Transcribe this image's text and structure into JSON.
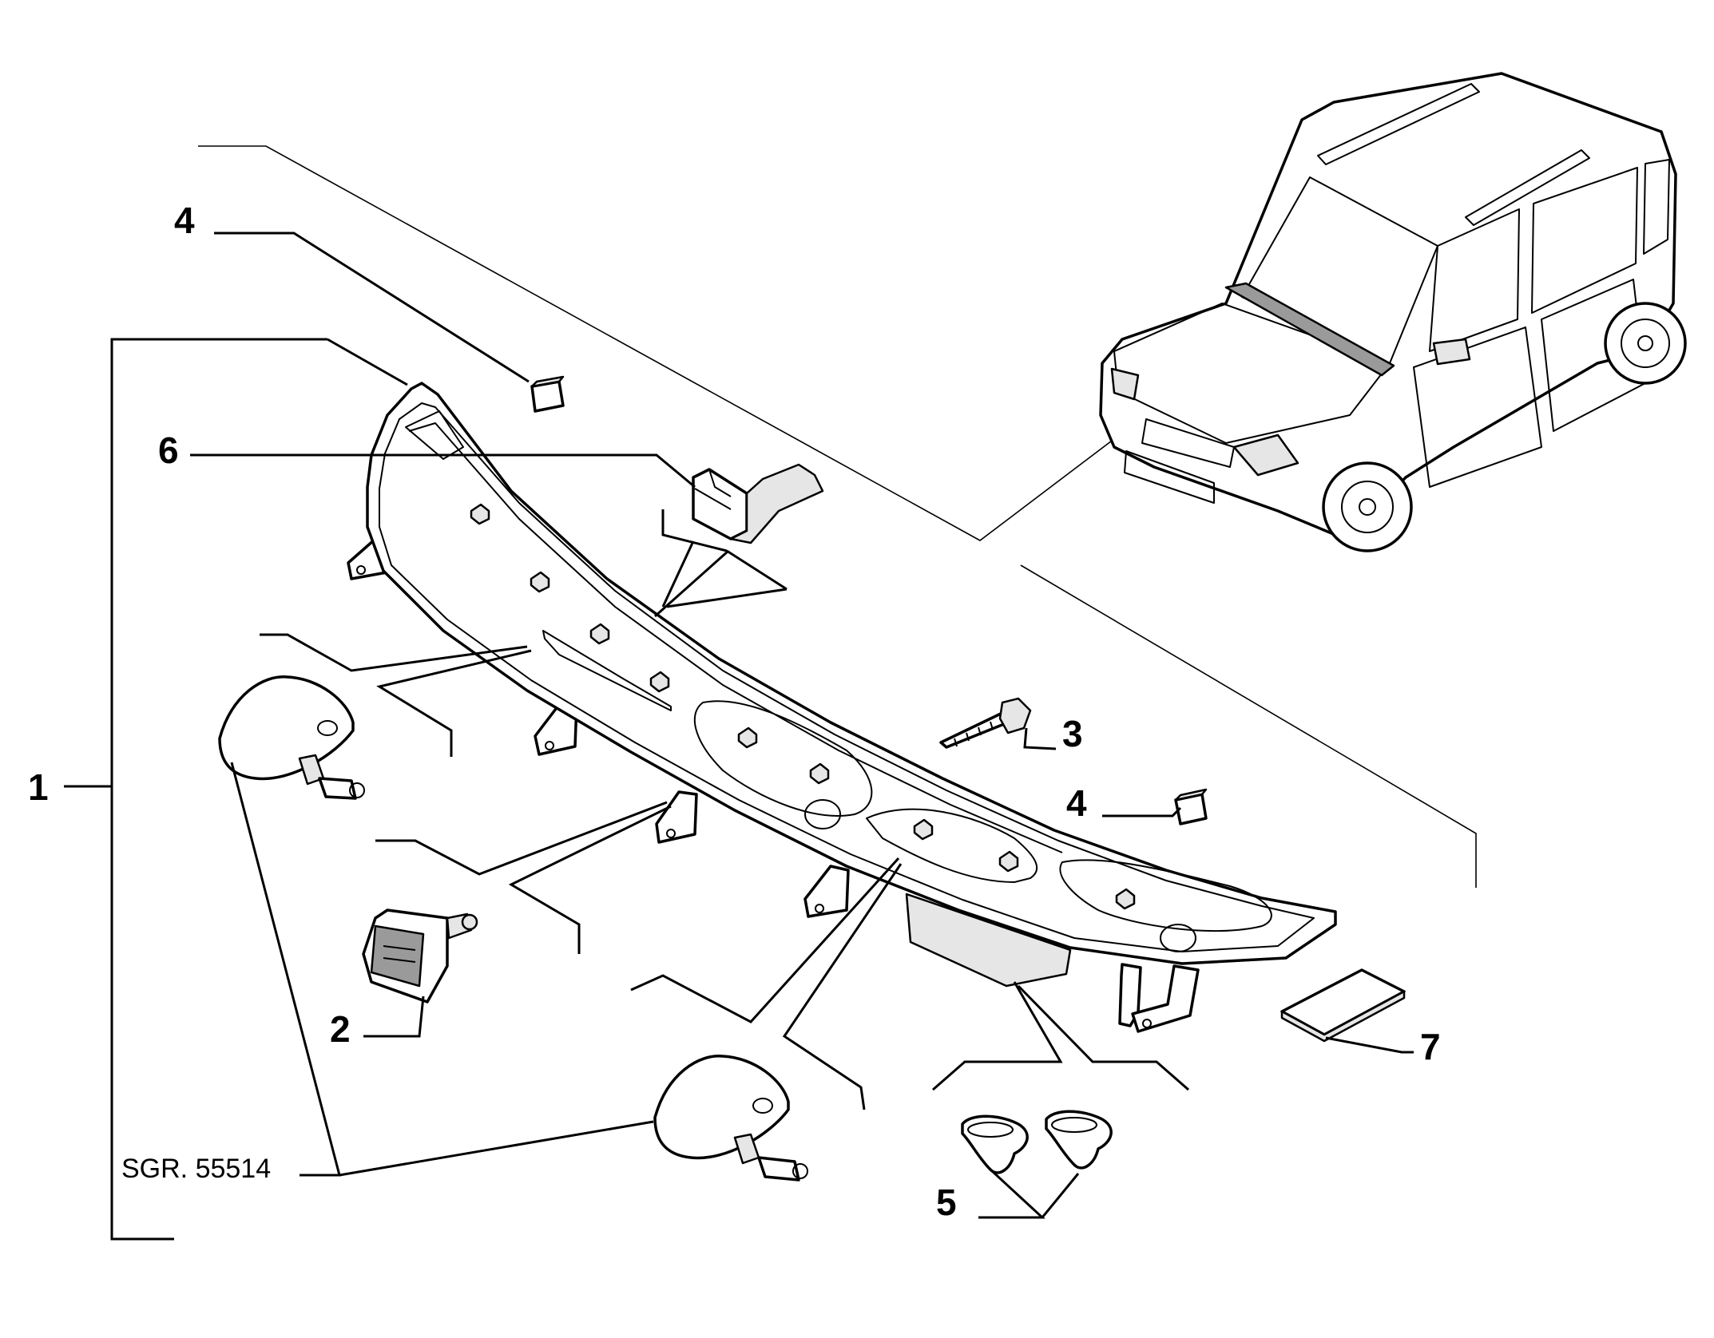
{
  "callouts": {
    "c1": "1",
    "c2": "2",
    "c3": "3",
    "c4a": "4",
    "c4b": "4",
    "c5": "5",
    "c6": "6",
    "c7": "7"
  },
  "reference_code": "SGR. 55514"
}
